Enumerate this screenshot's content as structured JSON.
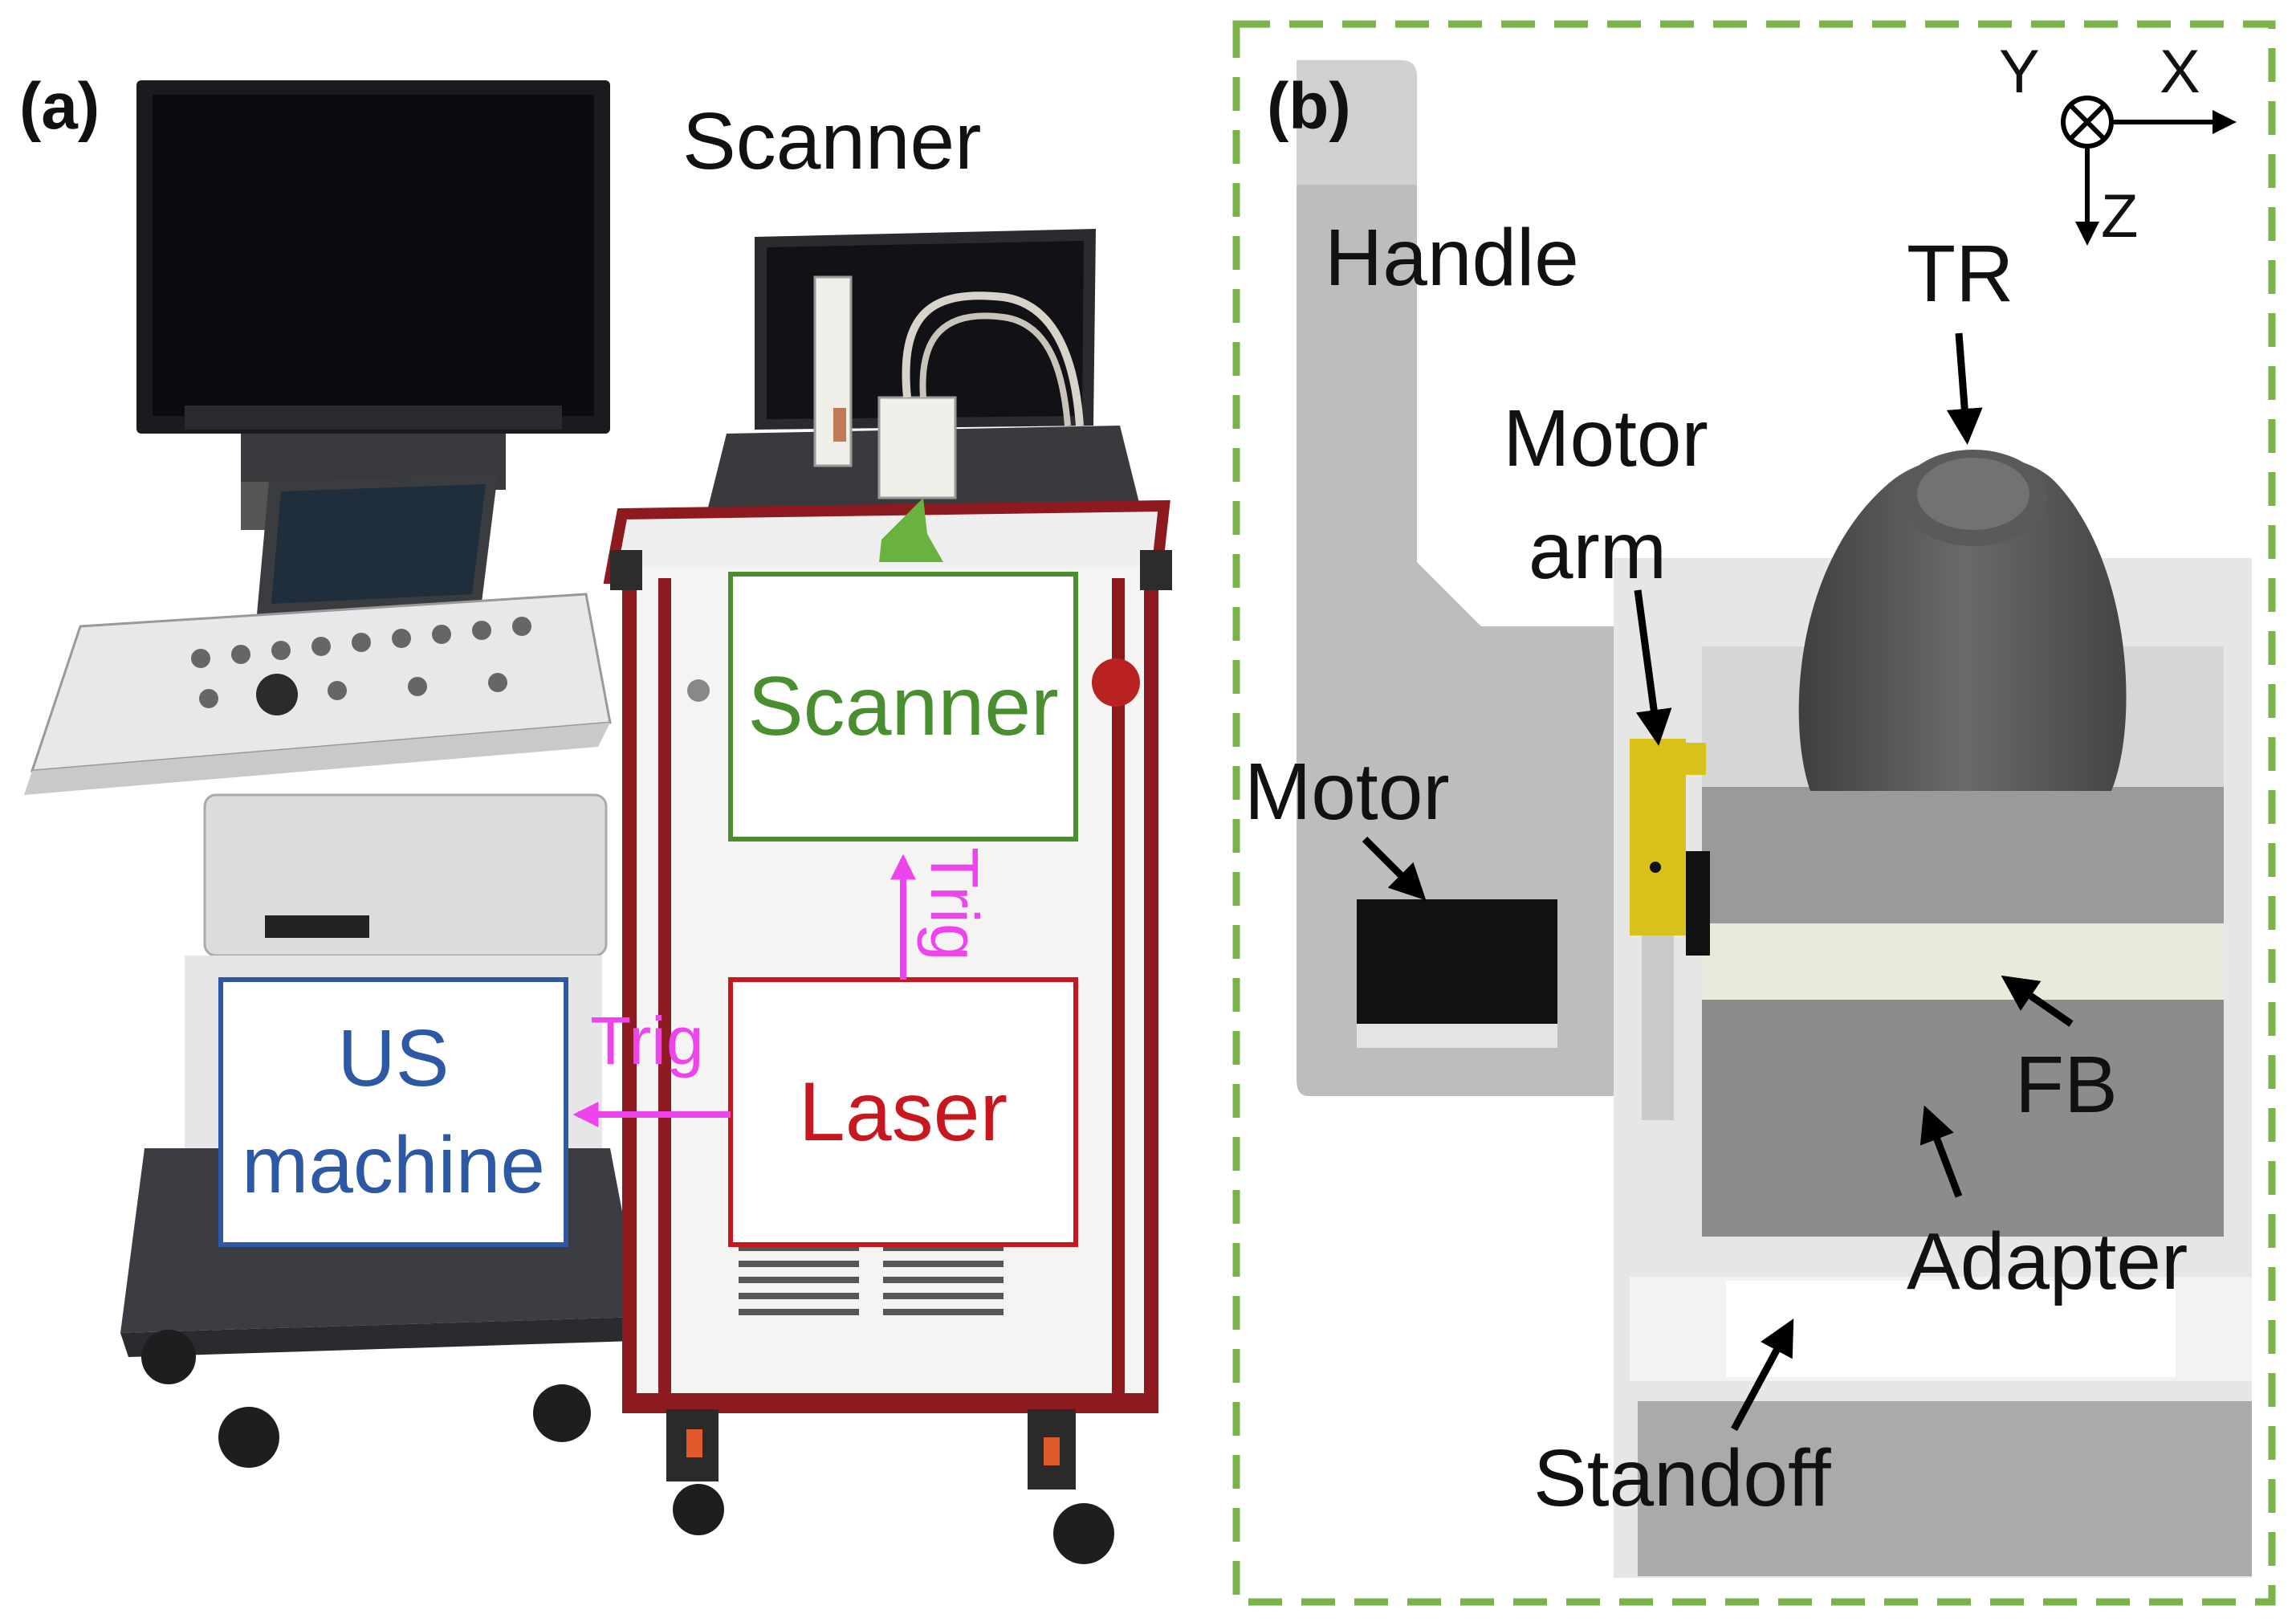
{
  "panel_a": {
    "tag": "(a)",
    "photo_caption": "Scanner",
    "scanner_box": "Scanner",
    "laser_box": "Laser",
    "us_box_line1": "US",
    "us_box_line2": "machine",
    "trig_vertical": "Trig",
    "trig_horizontal": "Trig"
  },
  "panel_b": {
    "tag": "(b)",
    "axes": {
      "x": "X",
      "y": "Y",
      "z": "Z"
    },
    "labels": {
      "handle": "Handle",
      "tr": "TR",
      "motor_arm_line1": "Motor",
      "motor_arm_line2": "arm",
      "motor": "Motor",
      "fb": "FB",
      "adapter": "Adapter",
      "standoff": "Standoff"
    }
  },
  "colors": {
    "scanner_green": "#4a8f2f",
    "laser_red": "#c8171e",
    "us_blue": "#2c58a4",
    "trig_magenta": "#ee44ee",
    "frame_green": "#7ab34a",
    "cart_red": "#8d1a1f"
  }
}
